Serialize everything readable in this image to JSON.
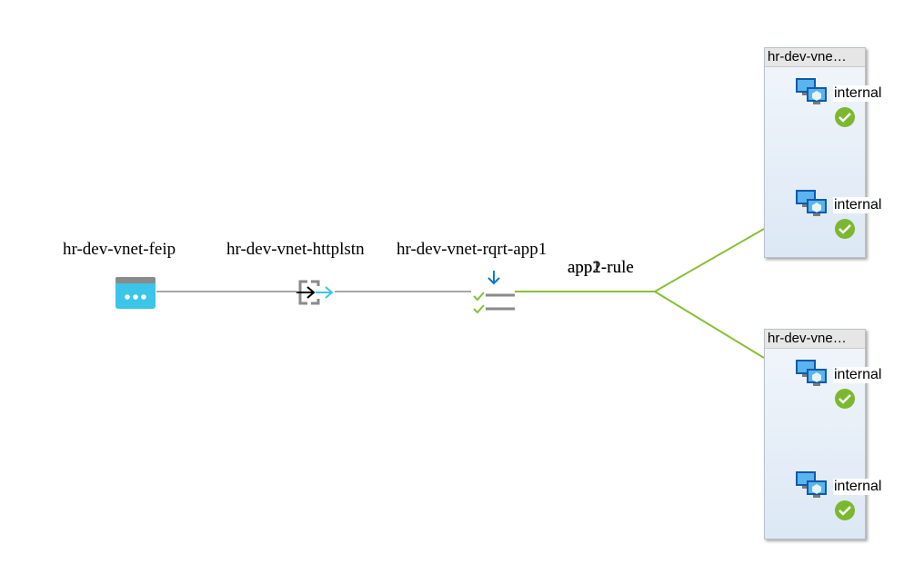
{
  "nodes": {
    "frontend_ip": {
      "label": "hr-dev-vnet-feip",
      "icon": "frontend-ip-icon"
    },
    "listener": {
      "label": "hr-dev-vnet-httplstn",
      "icon": "listener-icon"
    },
    "routing_rule": {
      "label": "hr-dev-vnet-rqrt-app1",
      "icon": "routing-rule-icon"
    }
  },
  "edge_labels": {
    "rule_a": "app1-rule",
    "rule_b": "app2-rule"
  },
  "backend_pools": [
    {
      "title": "hr-dev-vne…",
      "members": [
        {
          "label": "internal",
          "icon": "virtual-machine-icon",
          "status_icon": "healthy-check-icon"
        },
        {
          "label": "internal",
          "icon": "virtual-machine-icon",
          "status_icon": "healthy-check-icon"
        }
      ]
    },
    {
      "title": "hr-dev-vne…",
      "members": [
        {
          "label": "internal",
          "icon": "virtual-machine-icon",
          "status_icon": "healthy-check-icon"
        },
        {
          "label": "internal",
          "icon": "virtual-machine-icon",
          "status_icon": "healthy-check-icon"
        }
      ]
    }
  ],
  "colors": {
    "connector_gray": "#8a8a8a",
    "connector_green": "#86c135",
    "healthy_green": "#7cb82f",
    "azure_blue": "#0078d4",
    "frontend_ip_blue": "#3bc5e8"
  }
}
